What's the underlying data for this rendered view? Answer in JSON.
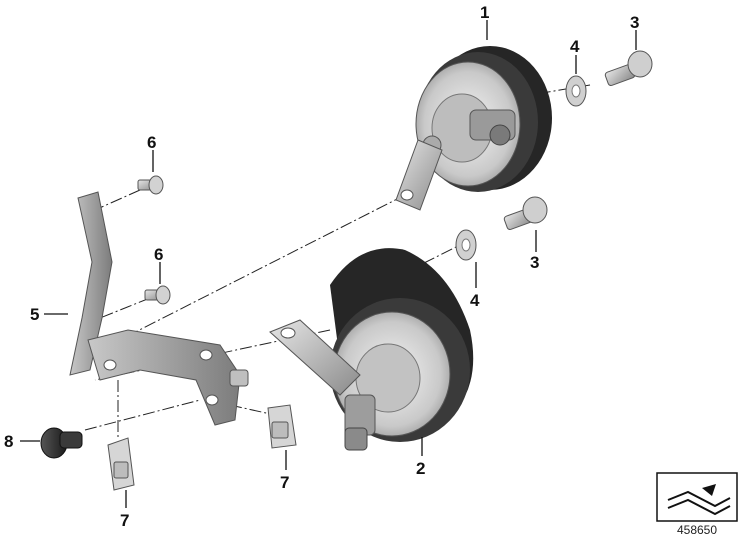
{
  "callouts": {
    "horn_upper": "1",
    "horn_lower": "2",
    "bolt_upper": "3",
    "bolt_lower": "3",
    "washer_upper": "4",
    "washer_lower": "4",
    "bracket": "5",
    "screw_upper": "6",
    "screw_lower": "6",
    "clip_lower_left": "7",
    "clip_right": "7",
    "grommet": "8"
  },
  "reference_number": "458650",
  "icons": {
    "catalog_badge": "folded-arrow-icon"
  },
  "colors": {
    "line": "#111111",
    "horn_body": "#2b2b2b",
    "metal_light": "#d8d8d8",
    "metal_mid": "#a9a9a9",
    "metal_dark": "#6e6e6e"
  }
}
